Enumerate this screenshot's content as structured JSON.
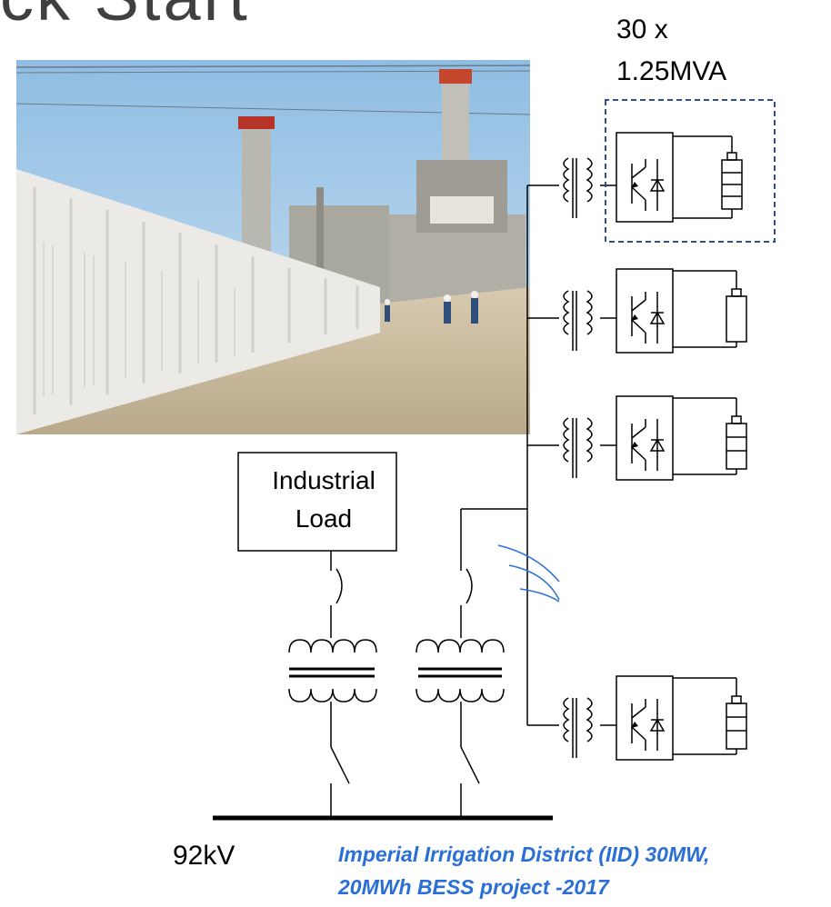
{
  "slide": {
    "title_partial": "ck Start"
  },
  "diagram": {
    "unit_count": "30 x",
    "unit_rating": "1.25MVA",
    "load_label_line1": "Industrial",
    "load_label_line2": "Load",
    "bus_voltage": "92kV"
  },
  "caption": {
    "line1": "Imperial Irrigation District (IID) 30MW,",
    "line2": "20MWh BESS project -2017"
  },
  "colors": {
    "caption": "#2a6fd6",
    "dashed_box": "#2f4f8f",
    "break_arcs": "#2a6fd6",
    "sky": "#9fc6e6",
    "gravel": "#c8b89a",
    "enclosures": "#f2f2f0"
  }
}
